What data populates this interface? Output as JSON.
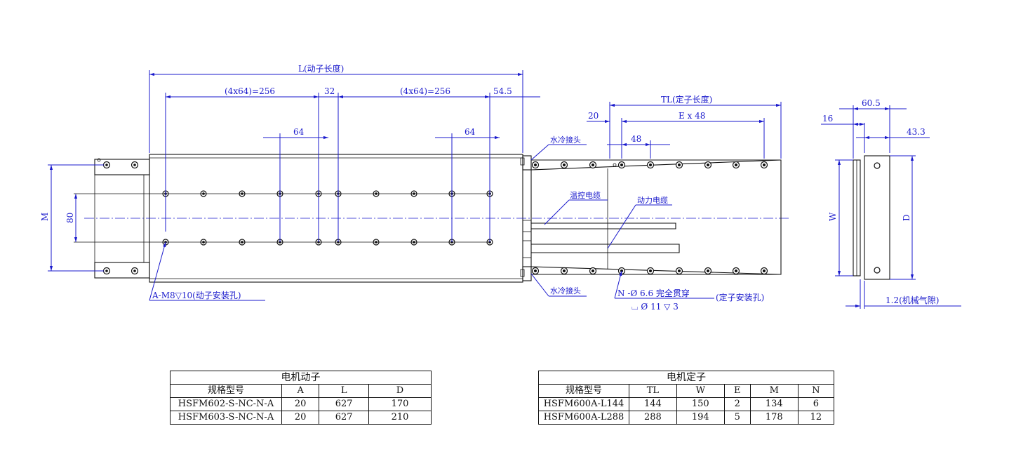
{
  "drawing": {
    "dims": {
      "L": "L(动子长度)",
      "seg1": "(4x64)=256",
      "seg2": "32",
      "seg3": "(4x64)=256",
      "seg4": "54.5",
      "p1": "64",
      "p2": "64",
      "TL": "TL(定子长度)",
      "s20": "20",
      "ex48": "E x 48",
      "s48": "48",
      "M": "M",
      "d80": "80",
      "d605": "60.5",
      "d16": "16",
      "d433": "43.3",
      "W": "W",
      "D": "D",
      "gap": "1.2(机械气隙)"
    },
    "callouts": {
      "water_top": "水冷接头",
      "water_bottom": "水冷接头",
      "temp_cable": "温控电缆",
      "power_cable": "动力电缆",
      "mover_hole": "A-M8▽10(动子安装孔)",
      "stator_hole1": "N -Ø 6.6 完全贯穿",
      "stator_hole_note": "(定子安装孔)",
      "stator_hole2": "⌴ Ø 11 ▽ 3"
    }
  },
  "mover_table": {
    "title": "电机动子",
    "headers": [
      "规格型号",
      "A",
      "L",
      "D"
    ],
    "rows": [
      [
        "HSFM602-S-NC-N-A",
        "20",
        "627",
        "170"
      ],
      [
        "HSFM603-S-NC-N-A",
        "20",
        "627",
        "210"
      ]
    ]
  },
  "stator_table": {
    "title": "电机定子",
    "headers": [
      "规格型号",
      "TL",
      "W",
      "E",
      "M",
      "N"
    ],
    "rows": [
      [
        "HSFM600A-L144",
        "144",
        "150",
        "2",
        "134",
        "6"
      ],
      [
        "HSFM600A-L288",
        "288",
        "194",
        "5",
        "178",
        "12"
      ]
    ]
  }
}
